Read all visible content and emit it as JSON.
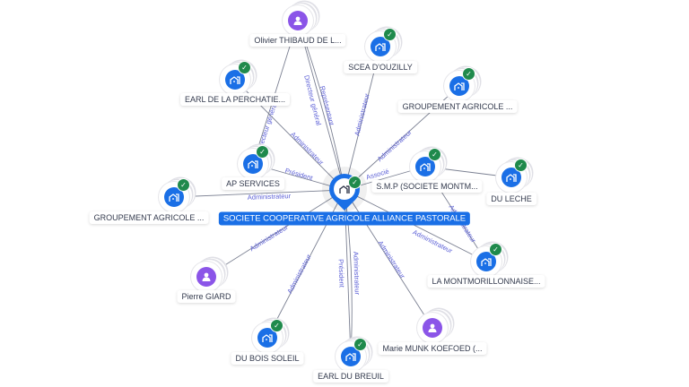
{
  "center": {
    "label": "SOCIETE COOPERATIVE AGRICOLE ALLIANCE PASTORALE",
    "type": "company",
    "verified": true
  },
  "nodes": [
    {
      "id": "olivier",
      "label": "Olivier THIBAUD DE L...",
      "type": "person",
      "verified": false
    },
    {
      "id": "scea",
      "label": "SCEA D'OUZILLY",
      "type": "company",
      "verified": true
    },
    {
      "id": "earl_perch",
      "label": "EARL DE LA PERCHATIE...",
      "type": "company",
      "verified": true
    },
    {
      "id": "gpt_top",
      "label": "GROUPEMENT AGRICOLE ...",
      "type": "company",
      "verified": true
    },
    {
      "id": "ap",
      "label": "AP SERVICES",
      "type": "company",
      "verified": true
    },
    {
      "id": "smp",
      "label": "S.M.P (SOCIETE MONTM...",
      "type": "company",
      "verified": true
    },
    {
      "id": "leche",
      "label": "DU LECHE",
      "type": "company",
      "verified": true
    },
    {
      "id": "gpt_left",
      "label": "GROUPEMENT AGRICOLE ...",
      "type": "company",
      "verified": true
    },
    {
      "id": "montmo",
      "label": "LA MONTMORILLONNAISE...",
      "type": "company",
      "verified": true
    },
    {
      "id": "pierre",
      "label": "Pierre GIARD",
      "type": "person",
      "verified": false
    },
    {
      "id": "marie",
      "label": "Marie MUNK KOEFOED (...",
      "type": "person",
      "verified": false
    },
    {
      "id": "bois",
      "label": "DU BOIS SOLEIL",
      "type": "company",
      "verified": true
    },
    {
      "id": "breuil",
      "label": "EARL DU BREUIL",
      "type": "company",
      "verified": true
    }
  ],
  "edges": [
    {
      "from": "olivier",
      "to": "center",
      "label": "Directeur général"
    },
    {
      "from": "olivier",
      "to": "center",
      "label": "Représentant"
    },
    {
      "from": "olivier",
      "to": "ap",
      "label": "Directeur général"
    },
    {
      "from": "earl_perch",
      "to": "center",
      "label": "Administrateur"
    },
    {
      "from": "scea",
      "to": "center",
      "label": "Administrateur"
    },
    {
      "from": "gpt_top",
      "to": "center",
      "label": "Administrateur"
    },
    {
      "from": "ap",
      "to": "center",
      "label": "Président"
    },
    {
      "from": "gpt_left",
      "to": "center",
      "label": "Administrateur"
    },
    {
      "from": "smp",
      "to": "center",
      "label": "Associé"
    },
    {
      "from": "smp",
      "to": "leche",
      "label": ""
    },
    {
      "from": "smp",
      "to": "montmo",
      "label": "Administrateur"
    },
    {
      "from": "montmo",
      "to": "center",
      "label": "Administrateur"
    },
    {
      "from": "pierre",
      "to": "center",
      "label": "Administrateur"
    },
    {
      "from": "bois",
      "to": "center",
      "label": "Administrateur"
    },
    {
      "from": "breuil",
      "to": "center",
      "label": "Président"
    },
    {
      "from": "breuil",
      "to": "center",
      "label": "Administrateur"
    },
    {
      "from": "marie",
      "to": "center",
      "label": "Administrateur"
    }
  ],
  "colors": {
    "company": "#1a6fe6",
    "person": "#8b55e8",
    "verified": "#1f8a4c",
    "edge_label": "#5b5fd6"
  }
}
